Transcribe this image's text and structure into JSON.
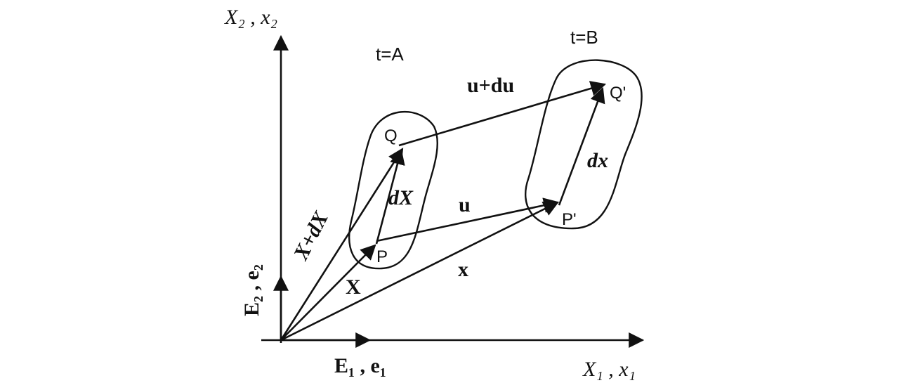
{
  "axes": {
    "x_label": "X₁ , x₁",
    "y_label": "X₂ , x₂",
    "basis_x": "E₁ , e₁",
    "basis_y": "E₂ , e₂"
  },
  "configurations": {
    "initial_label": "t=A",
    "final_label": "t=B"
  },
  "points": {
    "P": "P",
    "Q": "Q",
    "P_prime": "P'",
    "Q_prime": "Q'"
  },
  "vectors": {
    "X": "X",
    "X_plus_dX": "X+dX",
    "dX": "dX",
    "x": "x",
    "u": "u",
    "u_plus_du": "u+du",
    "dx": "dx"
  }
}
